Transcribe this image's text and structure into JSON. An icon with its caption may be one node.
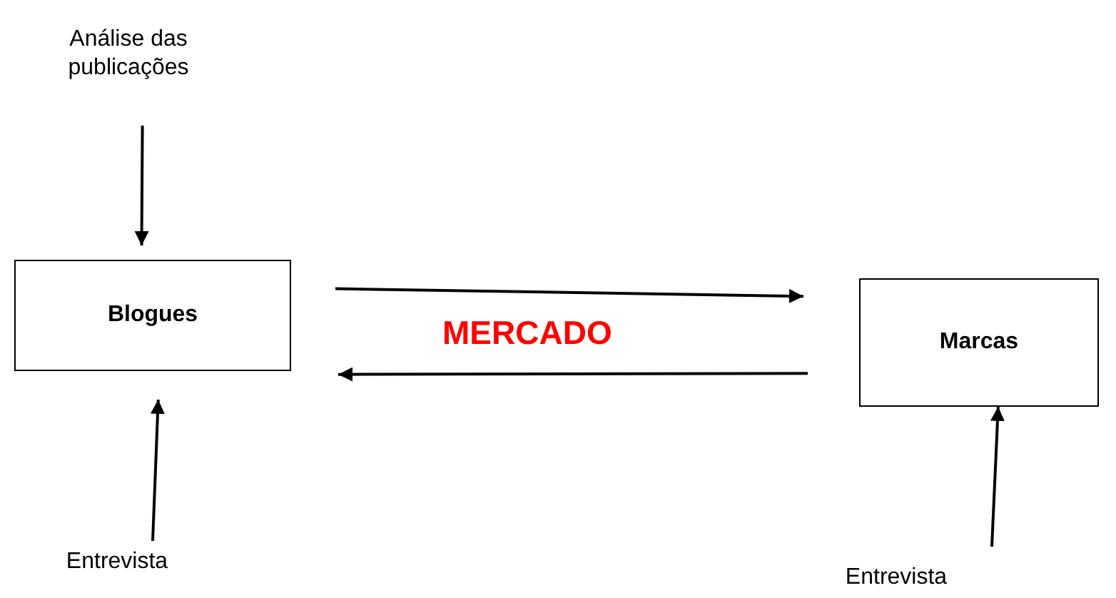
{
  "diagram": {
    "nodes": [
      {
        "text": [
          "Análise das publicações"
        ]
      },
      {
        "text": [
          "Blogues"
        ]
      },
      {
        "text": [
          "Marcas"
        ]
      },
      {
        "text": [
          "Entrevista"
        ]
      },
      {
        "text": [
          "Entrevista"
        ]
      }
    ],
    "edges": [
      {
        "from": 0,
        "to": 1,
        "arrow": "to"
      },
      {
        "from": 1,
        "to": 2,
        "arrow": "to"
      },
      {
        "from": 2,
        "to": 1,
        "arrow": "to"
      },
      {
        "from": 3,
        "to": 1,
        "arrow": "to"
      },
      {
        "from": 4,
        "to": 2,
        "arrow": "to"
      }
    ],
    "labels": [
      "MERCADO"
    ]
  }
}
